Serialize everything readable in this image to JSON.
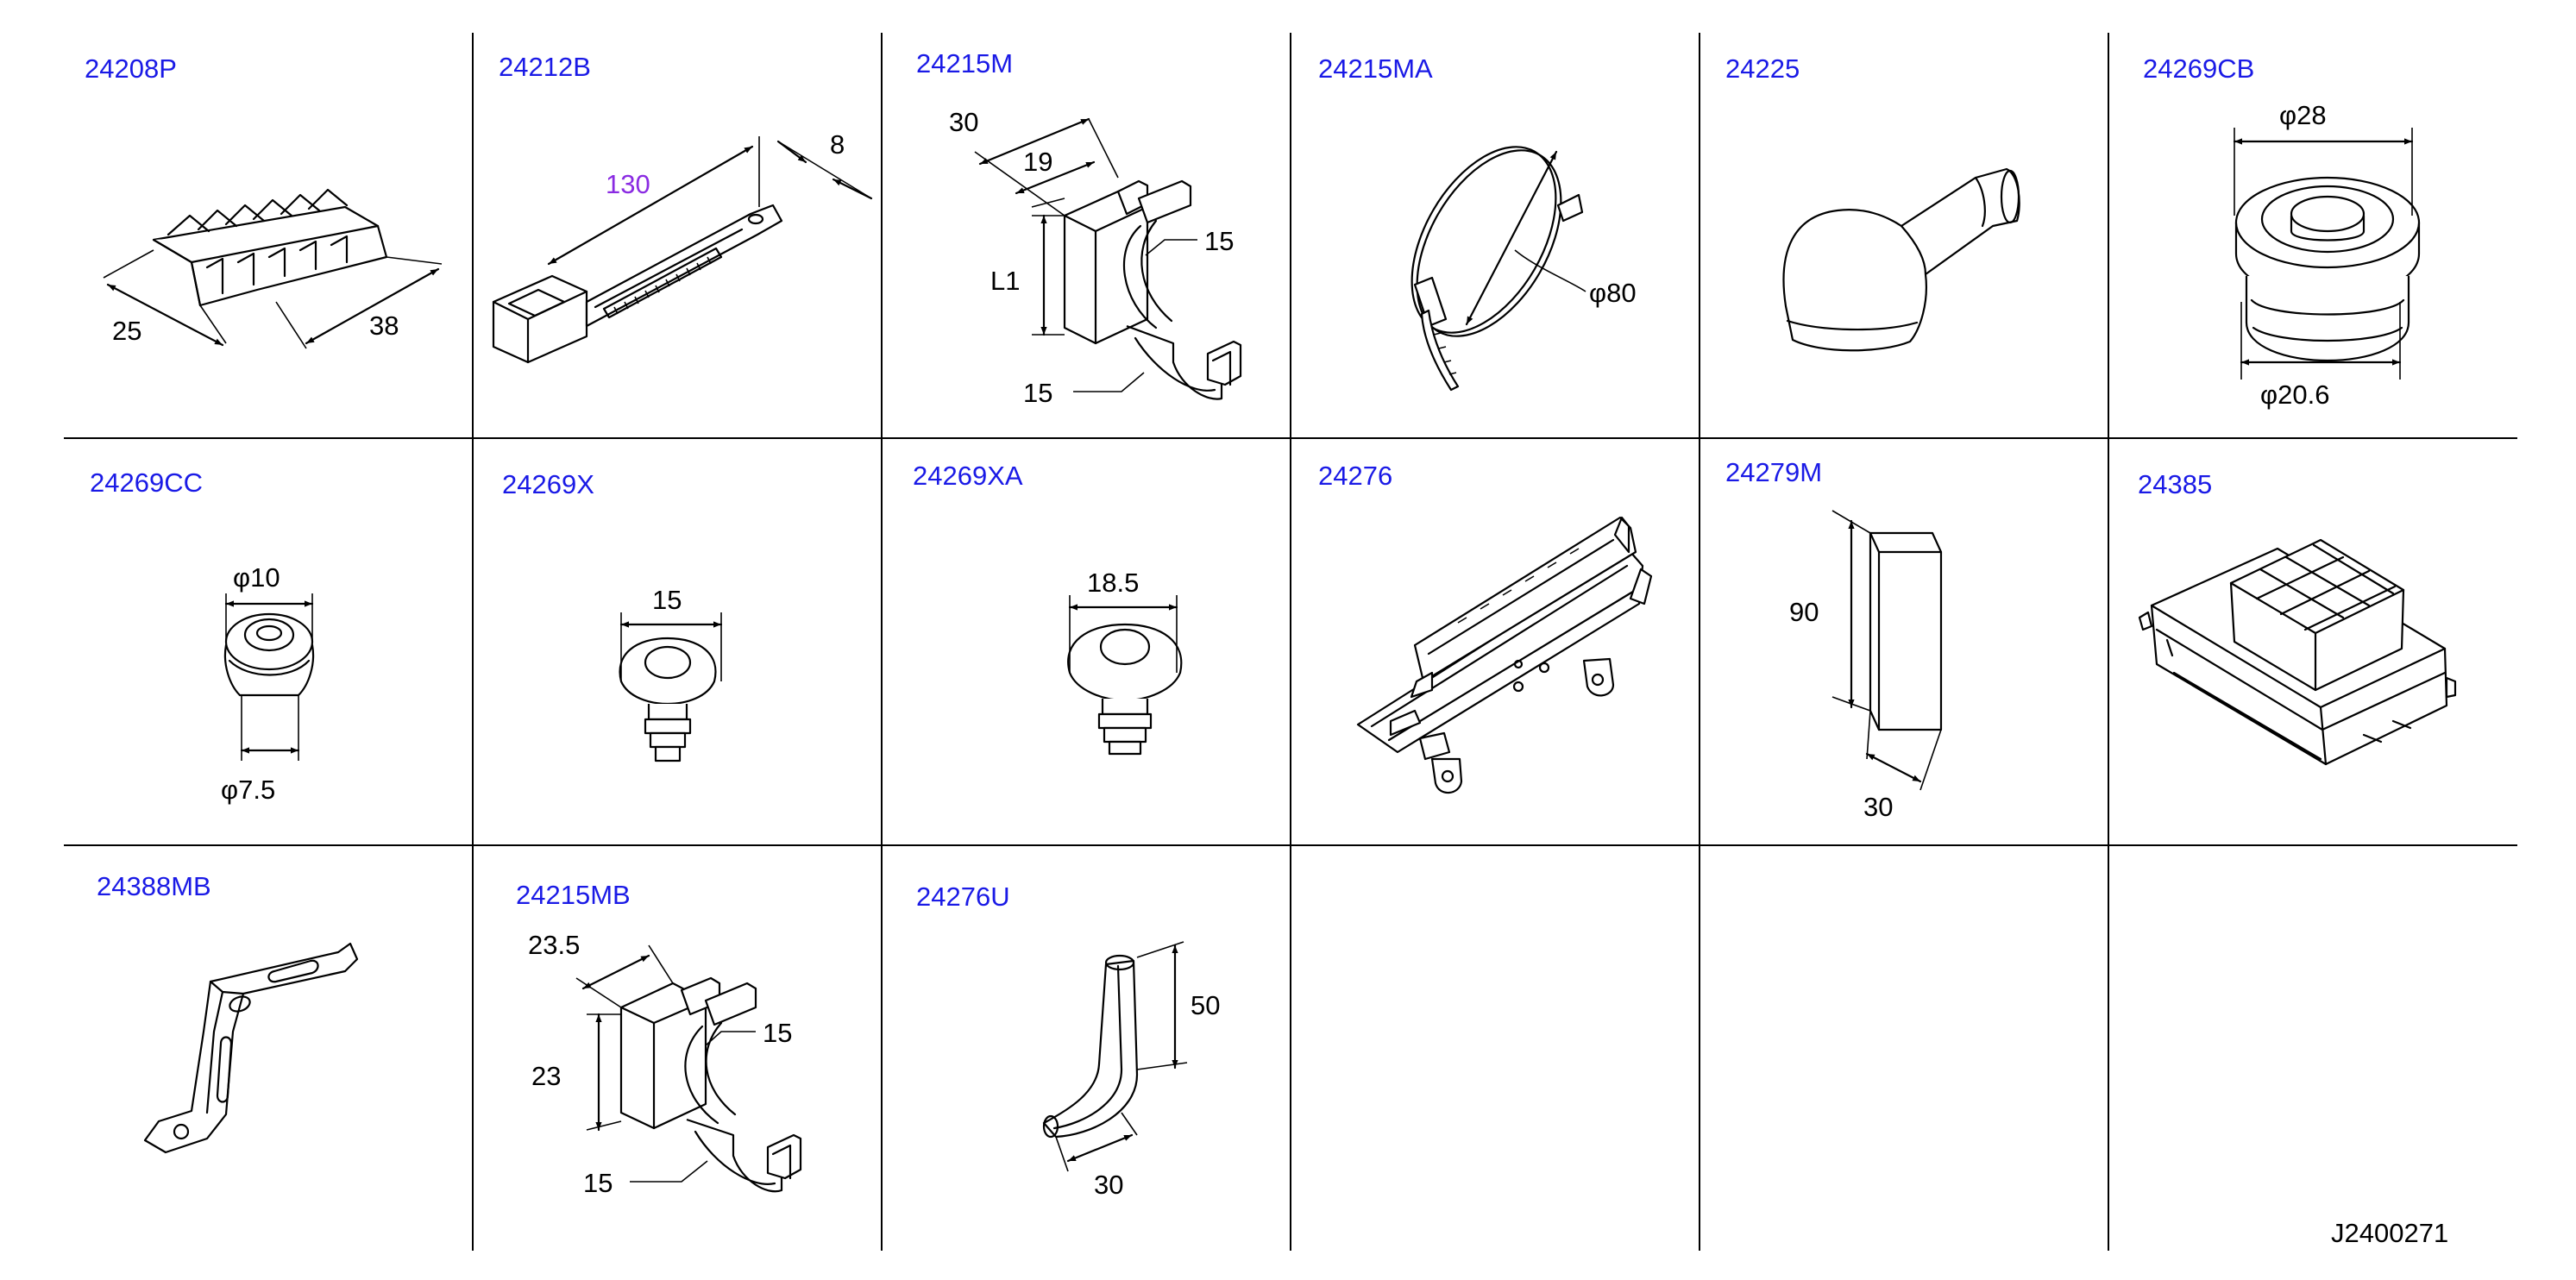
{
  "accent_color": "#1a1ae6",
  "callout_color": "#8a2be2",
  "drawing_number": "J2400271",
  "cells": [
    {
      "part": "24208P",
      "dims": [
        "25",
        "38"
      ]
    },
    {
      "part": "24212B",
      "dims": [
        "130",
        "8"
      ]
    },
    {
      "part": "24215M",
      "dims": [
        "30",
        "19",
        "L1",
        "15",
        "15"
      ]
    },
    {
      "part": "24215MA",
      "dims": [
        "φ80"
      ]
    },
    {
      "part": "24225",
      "dims": []
    },
    {
      "part": "24269CB",
      "dims": [
        "φ28",
        "φ20.6"
      ]
    },
    {
      "part": "24269CC",
      "dims": [
        "φ10",
        "φ7.5"
      ]
    },
    {
      "part": "24269X",
      "dims": [
        "15"
      ]
    },
    {
      "part": "24269XA",
      "dims": [
        "18.5"
      ]
    },
    {
      "part": "24276",
      "dims": []
    },
    {
      "part": "24279M",
      "dims": [
        "90",
        "30"
      ]
    },
    {
      "part": "24385",
      "dims": []
    },
    {
      "part": "24388MB",
      "dims": []
    },
    {
      "part": "24215MB",
      "dims": [
        "23.5",
        "23",
        "15",
        "15"
      ]
    },
    {
      "part": "24276U",
      "dims": [
        "50",
        "30"
      ]
    }
  ]
}
